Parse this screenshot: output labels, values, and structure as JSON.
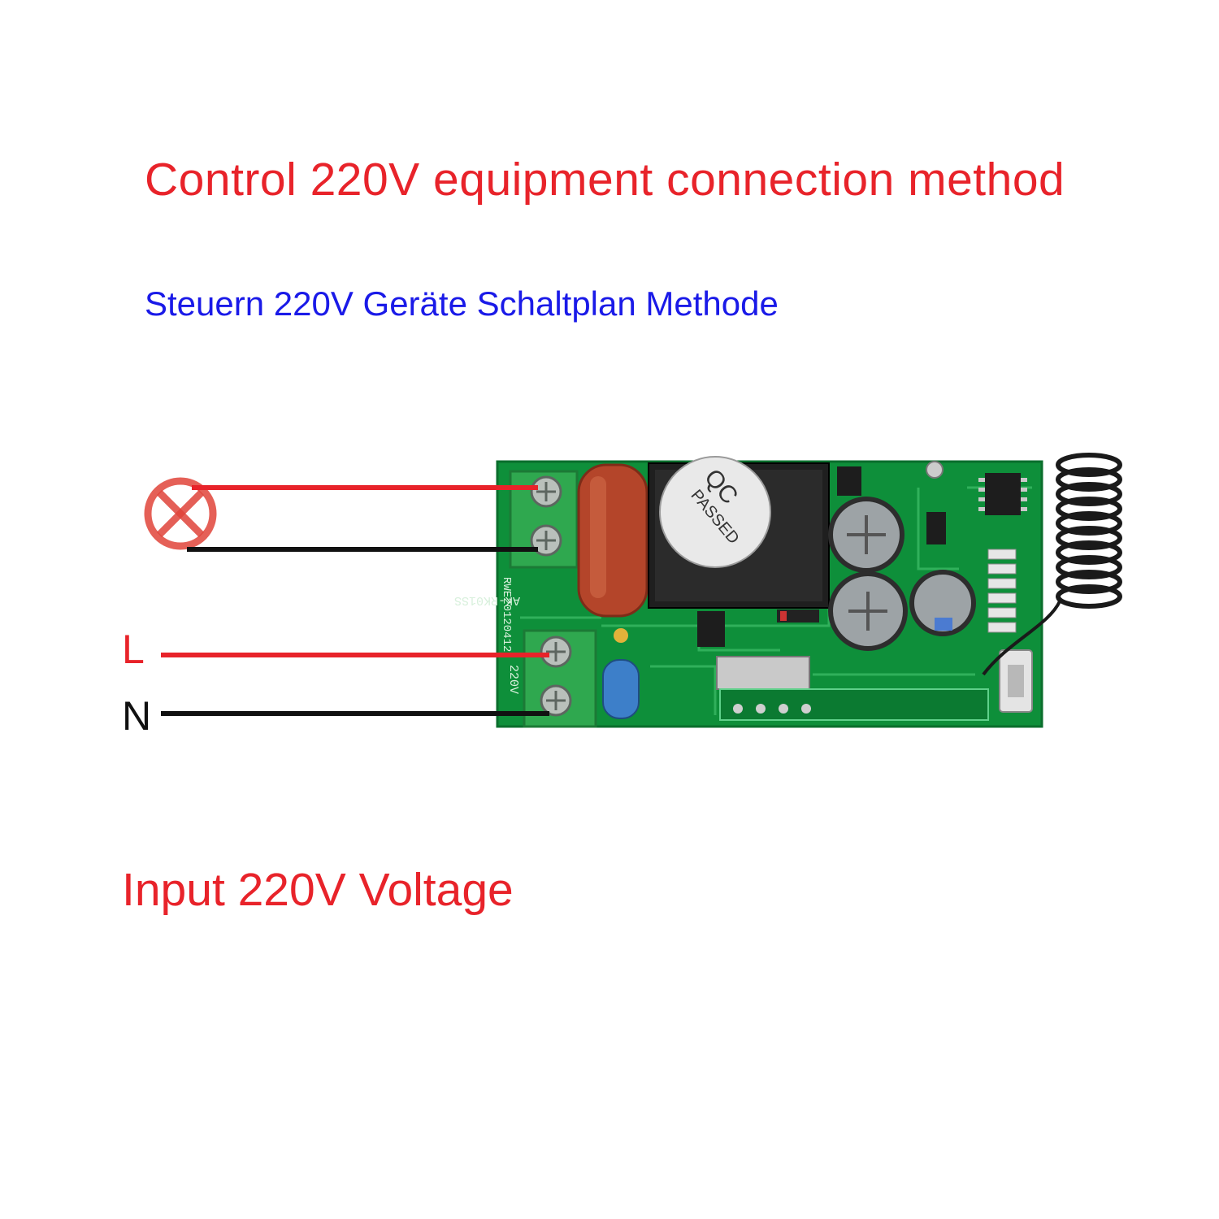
{
  "header": {
    "title": "Control 220V equipment connection method",
    "subtitle": "Steuern 220V Geräte Schaltplan Methode"
  },
  "labels": {
    "live": "L",
    "neutral": "N"
  },
  "board": {
    "qc_sticker_line1": "QC",
    "qc_sticker_line2": "PASSED",
    "silkscreen_model": "AK-RK01SS",
    "silkscreen_date": "RWE20120412",
    "terminal_voltage": "220V"
  },
  "footer": {
    "caption": "Input 220V Voltage"
  },
  "colors": {
    "title": "#e8232a",
    "subtitle": "#1a1ae8",
    "wire_live": "#e8232a",
    "wire_neutral": "#111111",
    "pcb": "#0e8f3a",
    "terminal": "#2fa84f",
    "lamp": "#e0443a"
  },
  "icons": {
    "lamp": "lamp-icon"
  }
}
